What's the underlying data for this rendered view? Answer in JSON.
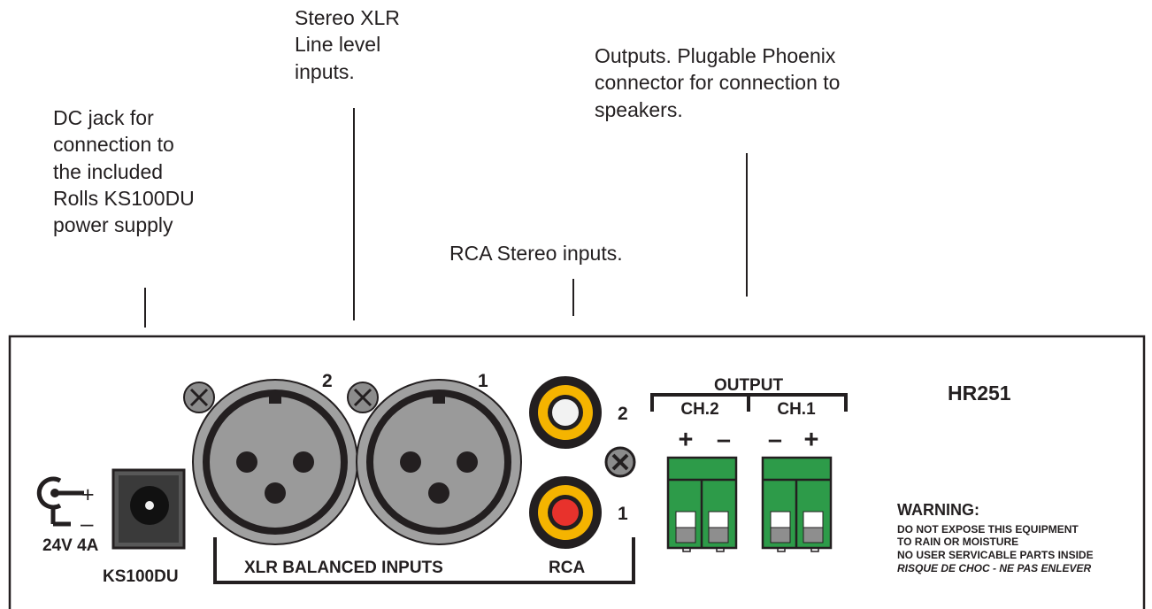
{
  "callouts": {
    "dc_jack": "DC jack for\nconnection to\nthe included\nRolls KS100DU\npower supply",
    "xlr": "Stereo XLR\nLine level\ninputs.",
    "rca": "RCA Stereo inputs.",
    "outputs": "Outputs. Plugable Phoenix\nconnector for connection to\nspeakers."
  },
  "panel": {
    "model": "HR251",
    "power": {
      "polarity_plus": "+",
      "polarity_minus": "–",
      "rating": "24V 4A",
      "jack_label": "KS100DU"
    },
    "xlr": {
      "input_2": "2",
      "input_1": "1",
      "section_label": "XLR BALANCED INPUTS"
    },
    "rca": {
      "input_2": "2",
      "input_1": "1",
      "section_label": "RCA"
    },
    "output": {
      "title": "OUTPUT",
      "ch2": "CH.2",
      "ch1": "CH.1",
      "ch2_plus": "+",
      "ch2_minus": "–",
      "ch1_minus": "–",
      "ch1_plus": "+"
    },
    "warning": {
      "title": "WARNING:",
      "line1": "DO NOT EXPOSE THIS EQUIPMENT",
      "line2": "TO RAIN OR MOISTURE",
      "line3": "NO USER SERVICABLE PARTS INSIDE",
      "line4": "RISQUE DE CHOC - NE PAS ENLEVER"
    }
  },
  "colors": {
    "outline": "#231f20",
    "xlr_ring": "#9a9a9a",
    "rca_gold": "#f5b400",
    "rca_red": "#e8322c",
    "terminal_green": "#2d9b49",
    "screw_gray": "#8c8c8c"
  }
}
